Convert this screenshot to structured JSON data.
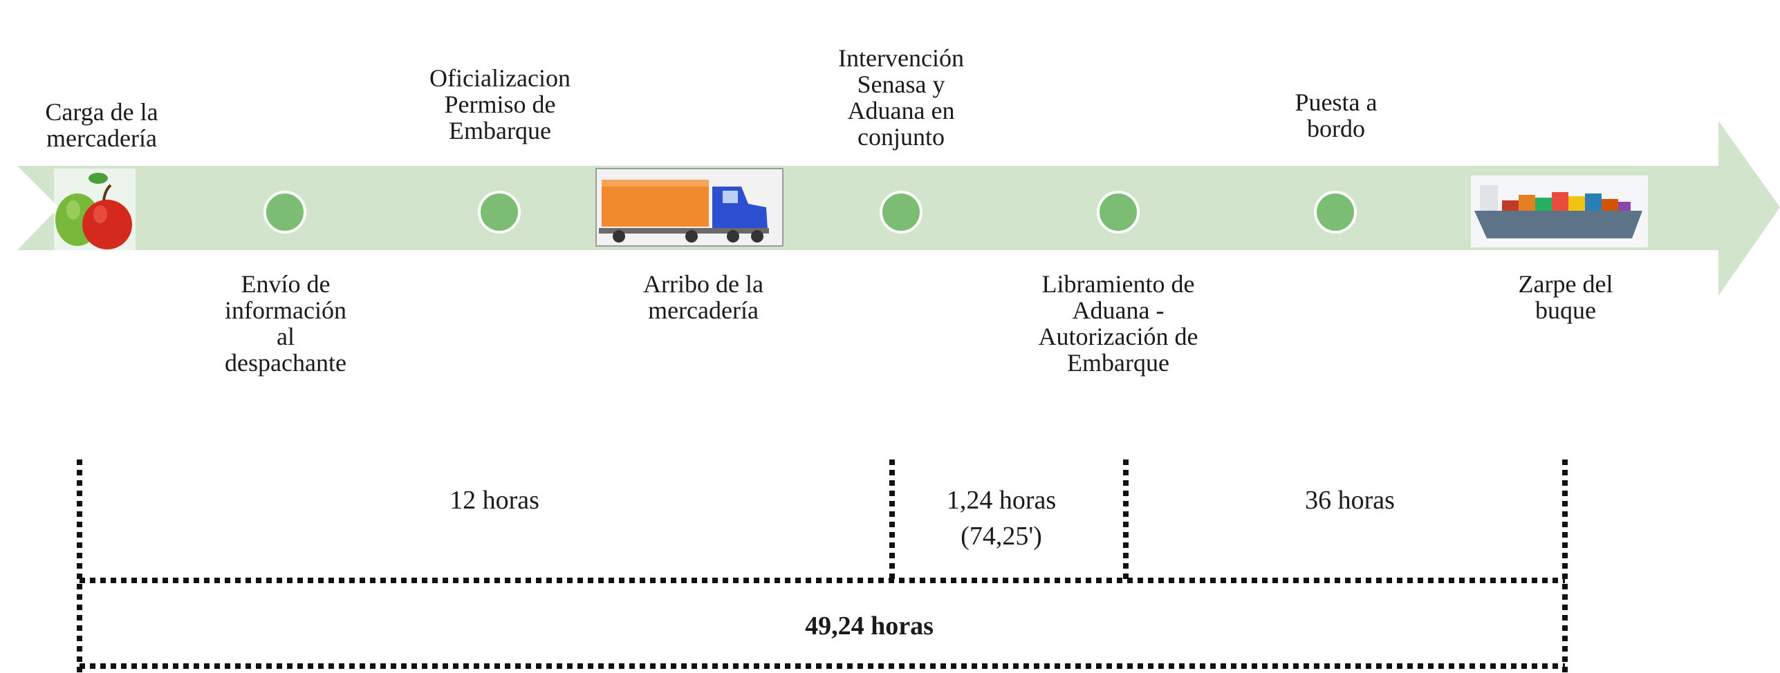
{
  "colors": {
    "arrow_fill": "#d3e4cd",
    "milestone_dot": "#7bbd73",
    "milestone_dot_stroke": "#ffffff",
    "bracket_line": "#111111"
  },
  "timeline": {
    "events_top": [
      {
        "label": "Carga de la\nmercadería",
        "icon": "fruit-icon"
      },
      {
        "label": "Oficializacion\nPermiso de\nEmbarque",
        "icon": "dot"
      },
      {
        "label": "Intervención\nSenasa y\nAduana en\nconjunto",
        "icon": "dot"
      },
      {
        "label": "Puesta a\nbordo",
        "icon": "dot"
      }
    ],
    "events_bottom": [
      {
        "label": "Envío de\ninformación\nal\ndespachante",
        "icon": "dot"
      },
      {
        "label": "Arribo de la\nmercadería",
        "icon": "truck-icon"
      },
      {
        "label": "Libramiento de\nAduana -\nAutorización de\nEmbarque",
        "icon": "dot"
      },
      {
        "label": "Zarpe del\nbuque",
        "icon": "ship-icon"
      }
    ]
  },
  "durations": {
    "segment_1": "12 horas",
    "segment_2": "1,24 horas\n(74,25')",
    "segment_3": "36 horas",
    "total": "49,24 horas"
  }
}
